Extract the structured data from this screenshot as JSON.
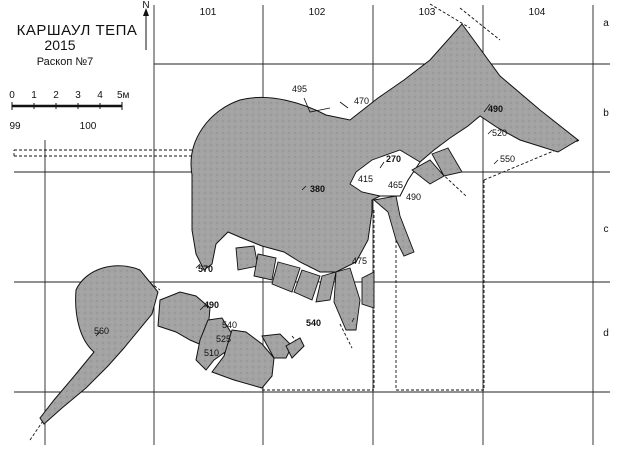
{
  "header": {
    "title": "КАРШАУЛ ТЕПА",
    "year": "2015",
    "excavation": "Раскоп №7"
  },
  "north_label": "N",
  "grid": {
    "columns": [
      "101",
      "102",
      "103",
      "104"
    ],
    "rows": [
      "a",
      "b",
      "c",
      "d"
    ],
    "left_columns": [
      "99",
      "100"
    ]
  },
  "scale_bar": {
    "ticks": [
      "0",
      "1",
      "2",
      "3",
      "4"
    ],
    "end_label": "5м"
  },
  "elevations": {
    "e495": "495",
    "e470": "470",
    "e490a": "490",
    "e520": "520",
    "e550": "550",
    "e270": "270",
    "e380": "380",
    "e415": "415",
    "e465": "465",
    "e490b": "490",
    "e475": "475",
    "e570": "570",
    "e490c": "490",
    "e540a": "540",
    "e525": "525",
    "e510": "510",
    "e540b": "540",
    "e560": "560"
  },
  "colors": {
    "fill": "#9e9e9e",
    "line": "#111111"
  }
}
